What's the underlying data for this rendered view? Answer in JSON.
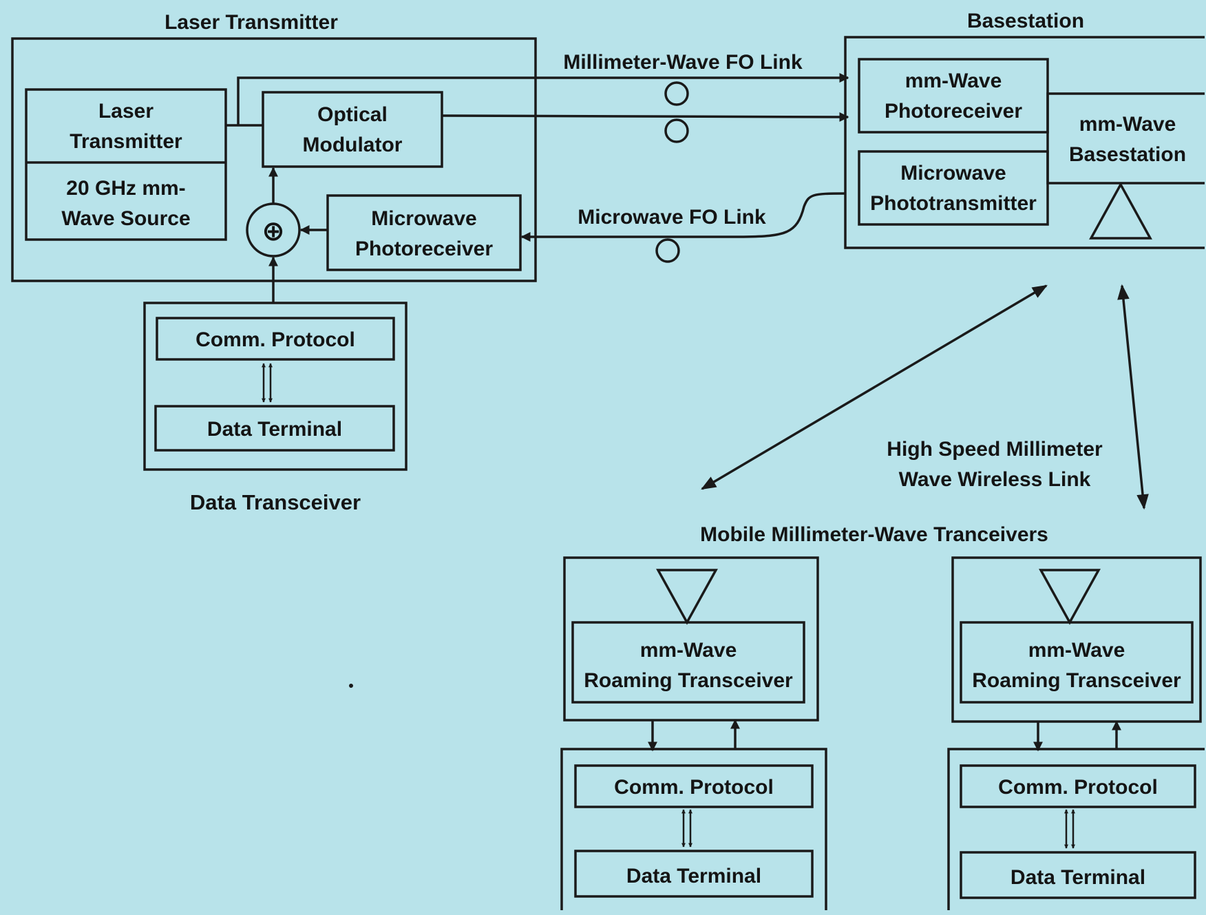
{
  "laser_transmitter": {
    "title": "Laser Transmitter",
    "laser": [
      "Laser",
      "Transmitter"
    ],
    "source": [
      "20 GHz mm-",
      "Wave Source"
    ],
    "modulator": [
      "Optical",
      "Modulator"
    ],
    "mixer_symbol": "⊕",
    "photoreceiver": [
      "Microwave",
      "Photoreceiver"
    ]
  },
  "data_transceiver": {
    "title": "Data Transceiver",
    "protocol": "Comm. Protocol",
    "terminal": "Data Terminal"
  },
  "links": {
    "mmwave_fo": "Millimeter-Wave FO Link",
    "microwave_fo": "Microwave FO Link",
    "wireless": [
      "High Speed Millimeter",
      "Wave Wireless Link"
    ]
  },
  "basestation": {
    "title": "Basestation",
    "photoreceiver": [
      "mm-Wave",
      "Photoreceiver"
    ],
    "phototransmitter": [
      "Microwave",
      "Phototransmitter"
    ],
    "base": [
      "mm-Wave",
      "Basestation"
    ]
  },
  "mobile": {
    "title": "Mobile Millimeter-Wave Tranceivers",
    "units": [
      {
        "transceiver": [
          "mm-Wave",
          "Roaming Transceiver"
        ],
        "protocol": "Comm. Protocol",
        "terminal": "Data Terminal"
      },
      {
        "transceiver": [
          "mm-Wave",
          "Roaming Transceiver"
        ],
        "protocol": "Comm. Protocol",
        "terminal": "Data Terminal"
      }
    ]
  },
  "colors": {
    "background": "#b8e3ea",
    "ink": "#1a1a1a"
  }
}
